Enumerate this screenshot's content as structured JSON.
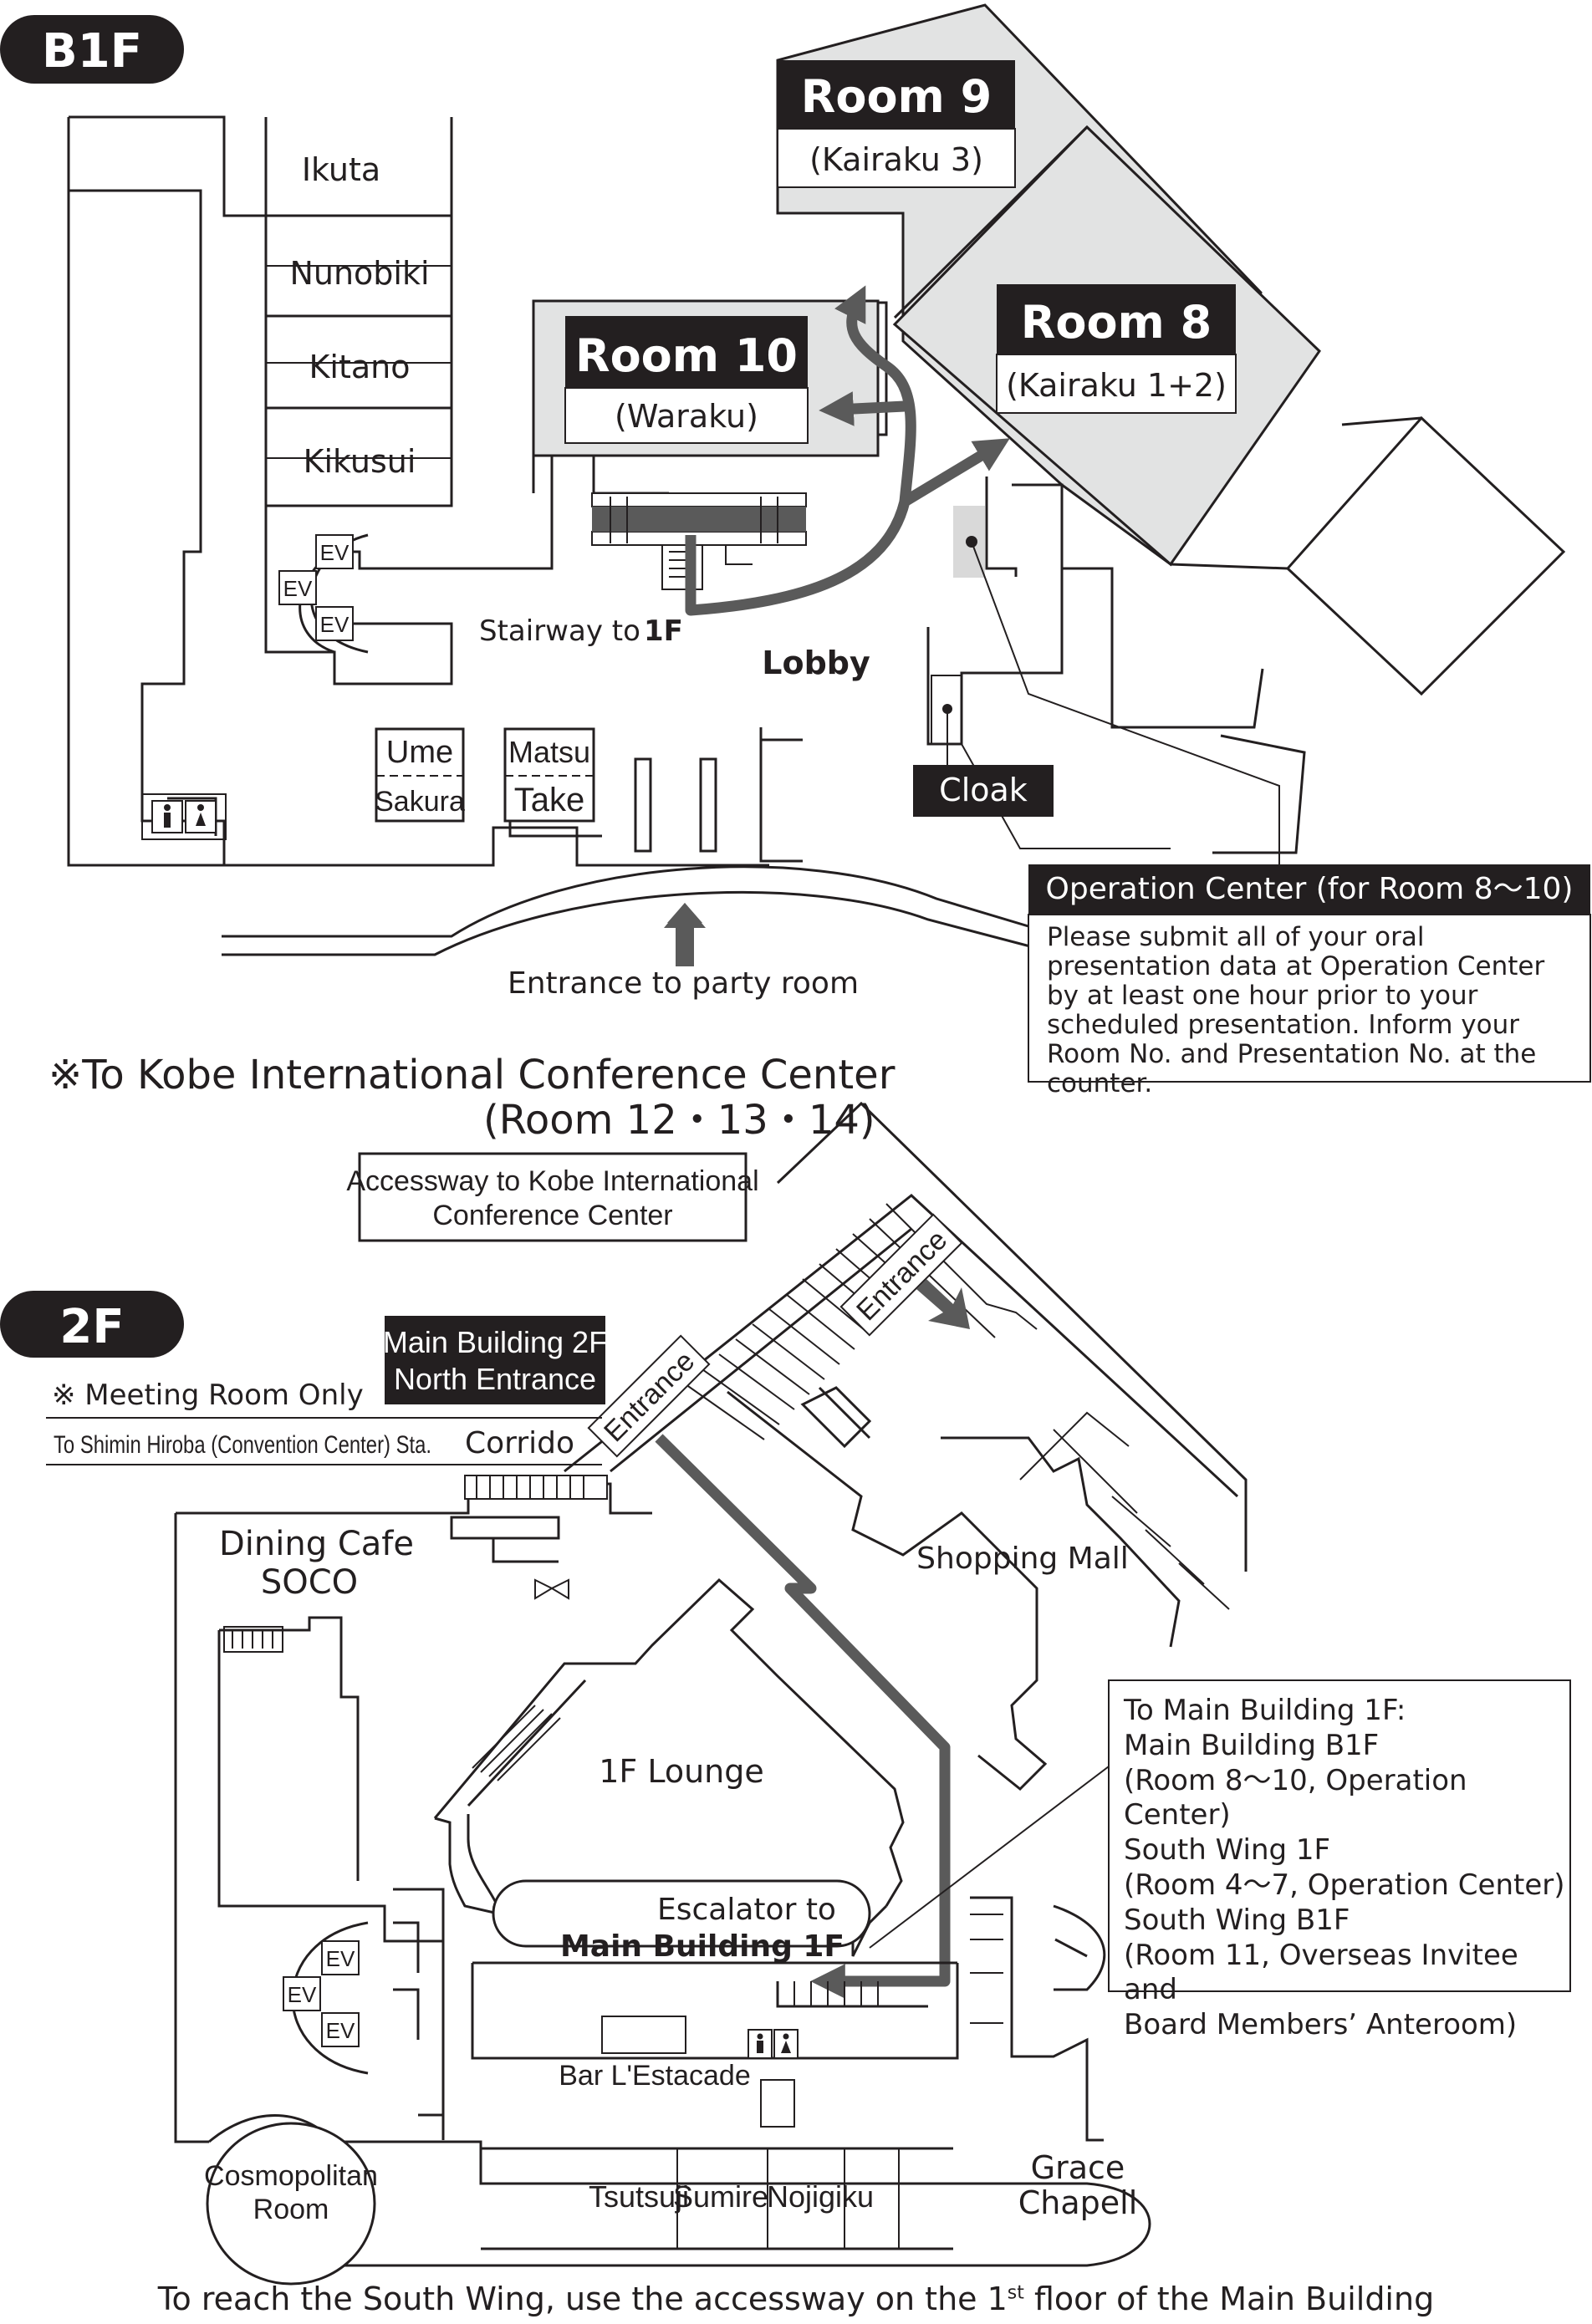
{
  "b1f": {
    "floor_badge": "B1F",
    "rooms": {
      "room9": {
        "title": "Room 9",
        "sub": "(Kairaku 3)"
      },
      "room8": {
        "title": "Room 8",
        "sub": "(Kairaku 1+2)"
      },
      "room10": {
        "title": "Room 10",
        "sub": "(Waraku)"
      }
    },
    "small_rooms": [
      "Ikuta",
      "Nunobiki",
      "Kitano",
      "Kikusui"
    ],
    "ev": "EV",
    "stairway_label": "Stairway to",
    "stairway_floor": "1F",
    "lobby": "Lobby",
    "ume": "Ume",
    "sakura": "Sakura",
    "matsu": "Matsu",
    "take": "Take",
    "cloak": "Cloak",
    "entrance_party": "Entrance to party room",
    "operation_center": {
      "title": "Operation Center (for Room 8〜10)",
      "text": "Please submit all of your oral presentation data at Operation Center by at least one hour prior to your scheduled presentation. Inform your Room No. and Presentation No. at the counter."
    },
    "kobe_note_1": "※To Kobe International Conference Center",
    "kobe_note_2": "(Room 12・13・14)"
  },
  "f2": {
    "floor_badge": "2F",
    "accessway_1": "Accessway to Kobe International",
    "accessway_2": "Conference Center",
    "north_entrance_1": "Main Building 2F",
    "north_entrance_2": "North Entrance",
    "meeting_only": "※ Meeting Room Only",
    "shimin": "To Shimin Hiroba (Convention Center) Sta.",
    "corrido": "Corrido",
    "entrance": "Entrance",
    "dining_1": "Dining Cafe",
    "dining_2": "SOCO",
    "shopping": "Shopping Mall",
    "lounge": "1F Lounge",
    "escalator_1": "Escalator to",
    "escalator_2": "Main Building 1F",
    "to_main": [
      "To Main Building 1F:",
      "Main Building B1F",
      "(Room 8〜10, Operation Center)",
      "South Wing 1F",
      "(Room 4〜7, Operation Center)",
      "South Wing B1F",
      "(Room 11, Overseas Invitee and",
      "Board Members’ Anteroom)"
    ],
    "bar": "Bar L'Estacade",
    "cosmo_1": "Cosmopolitan",
    "cosmo_2": "Room",
    "tsutsuji": "Tsutsuji",
    "sumire": "Sumire",
    "nojigiku": "Nojigiku",
    "grace_1": "Grace",
    "grace_2": "Chapell",
    "footer_a": "To reach the South Wing, use the accessway on the 1",
    "footer_sup": "st",
    "footer_b": " floor of the Main Building"
  },
  "colors": {
    "room_fill": "#e2e3e3",
    "route": "#5a5a5a",
    "ink": "#231f20"
  }
}
